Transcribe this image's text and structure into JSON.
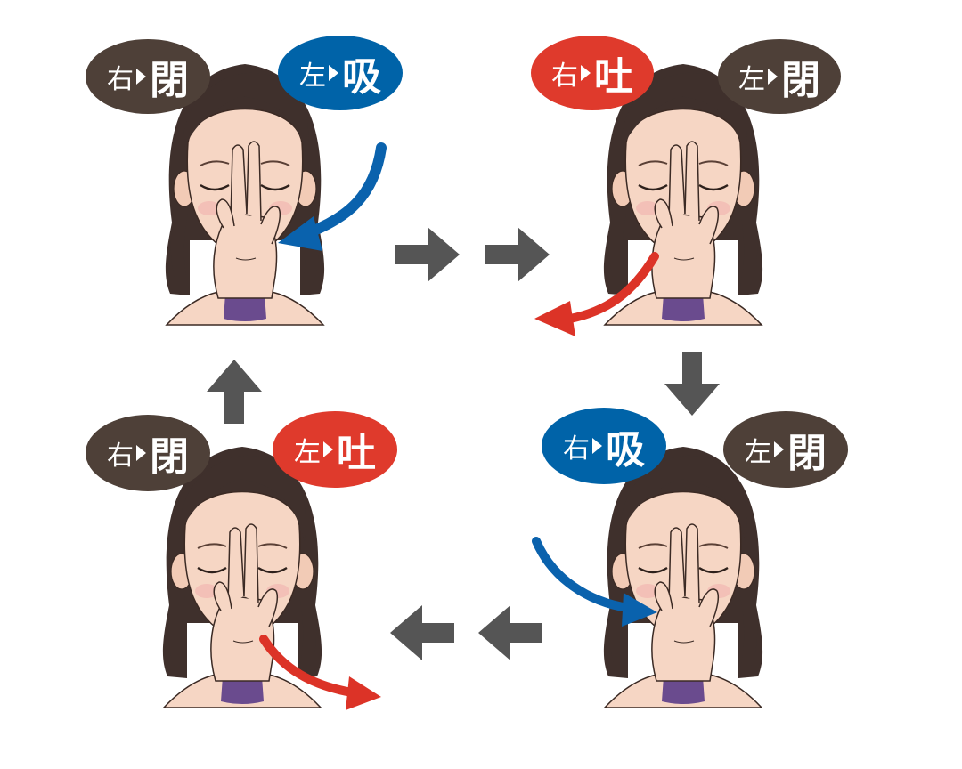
{
  "colors": {
    "close": "#4e4038",
    "inhale": "#0063a8",
    "exhale": "#df3a2c",
    "hair": "#3f302c",
    "skin": "#f6d6c4",
    "skin_shade": "#e9b9a2",
    "cheek": "#f2b6b2",
    "collar": "#6a4b8e",
    "flow_arrow": "#555555",
    "airflow_inhale": "#0a62ad",
    "airflow_exhale": "#dc3327"
  },
  "triangle_icon": "play-triangle",
  "badges": {
    "step1_right": {
      "side": "右",
      "action": "閉",
      "kind": "close"
    },
    "step1_left": {
      "side": "左",
      "action": "吸",
      "kind": "inhale"
    },
    "step2_right": {
      "side": "右",
      "action": "吐",
      "kind": "exhale"
    },
    "step2_left": {
      "side": "左",
      "action": "閉",
      "kind": "close"
    },
    "step3_right": {
      "side": "右",
      "action": "吸",
      "kind": "inhale"
    },
    "step3_left": {
      "side": "左",
      "action": "閉",
      "kind": "close"
    },
    "step4_right": {
      "side": "右",
      "action": "閉",
      "kind": "close"
    },
    "step4_left": {
      "side": "左",
      "action": "吐",
      "kind": "exhale"
    }
  },
  "flow_arrows": [
    {
      "direction": "right"
    },
    {
      "direction": "right"
    },
    {
      "direction": "down"
    },
    {
      "direction": "left"
    },
    {
      "direction": "left"
    },
    {
      "direction": "up"
    }
  ]
}
